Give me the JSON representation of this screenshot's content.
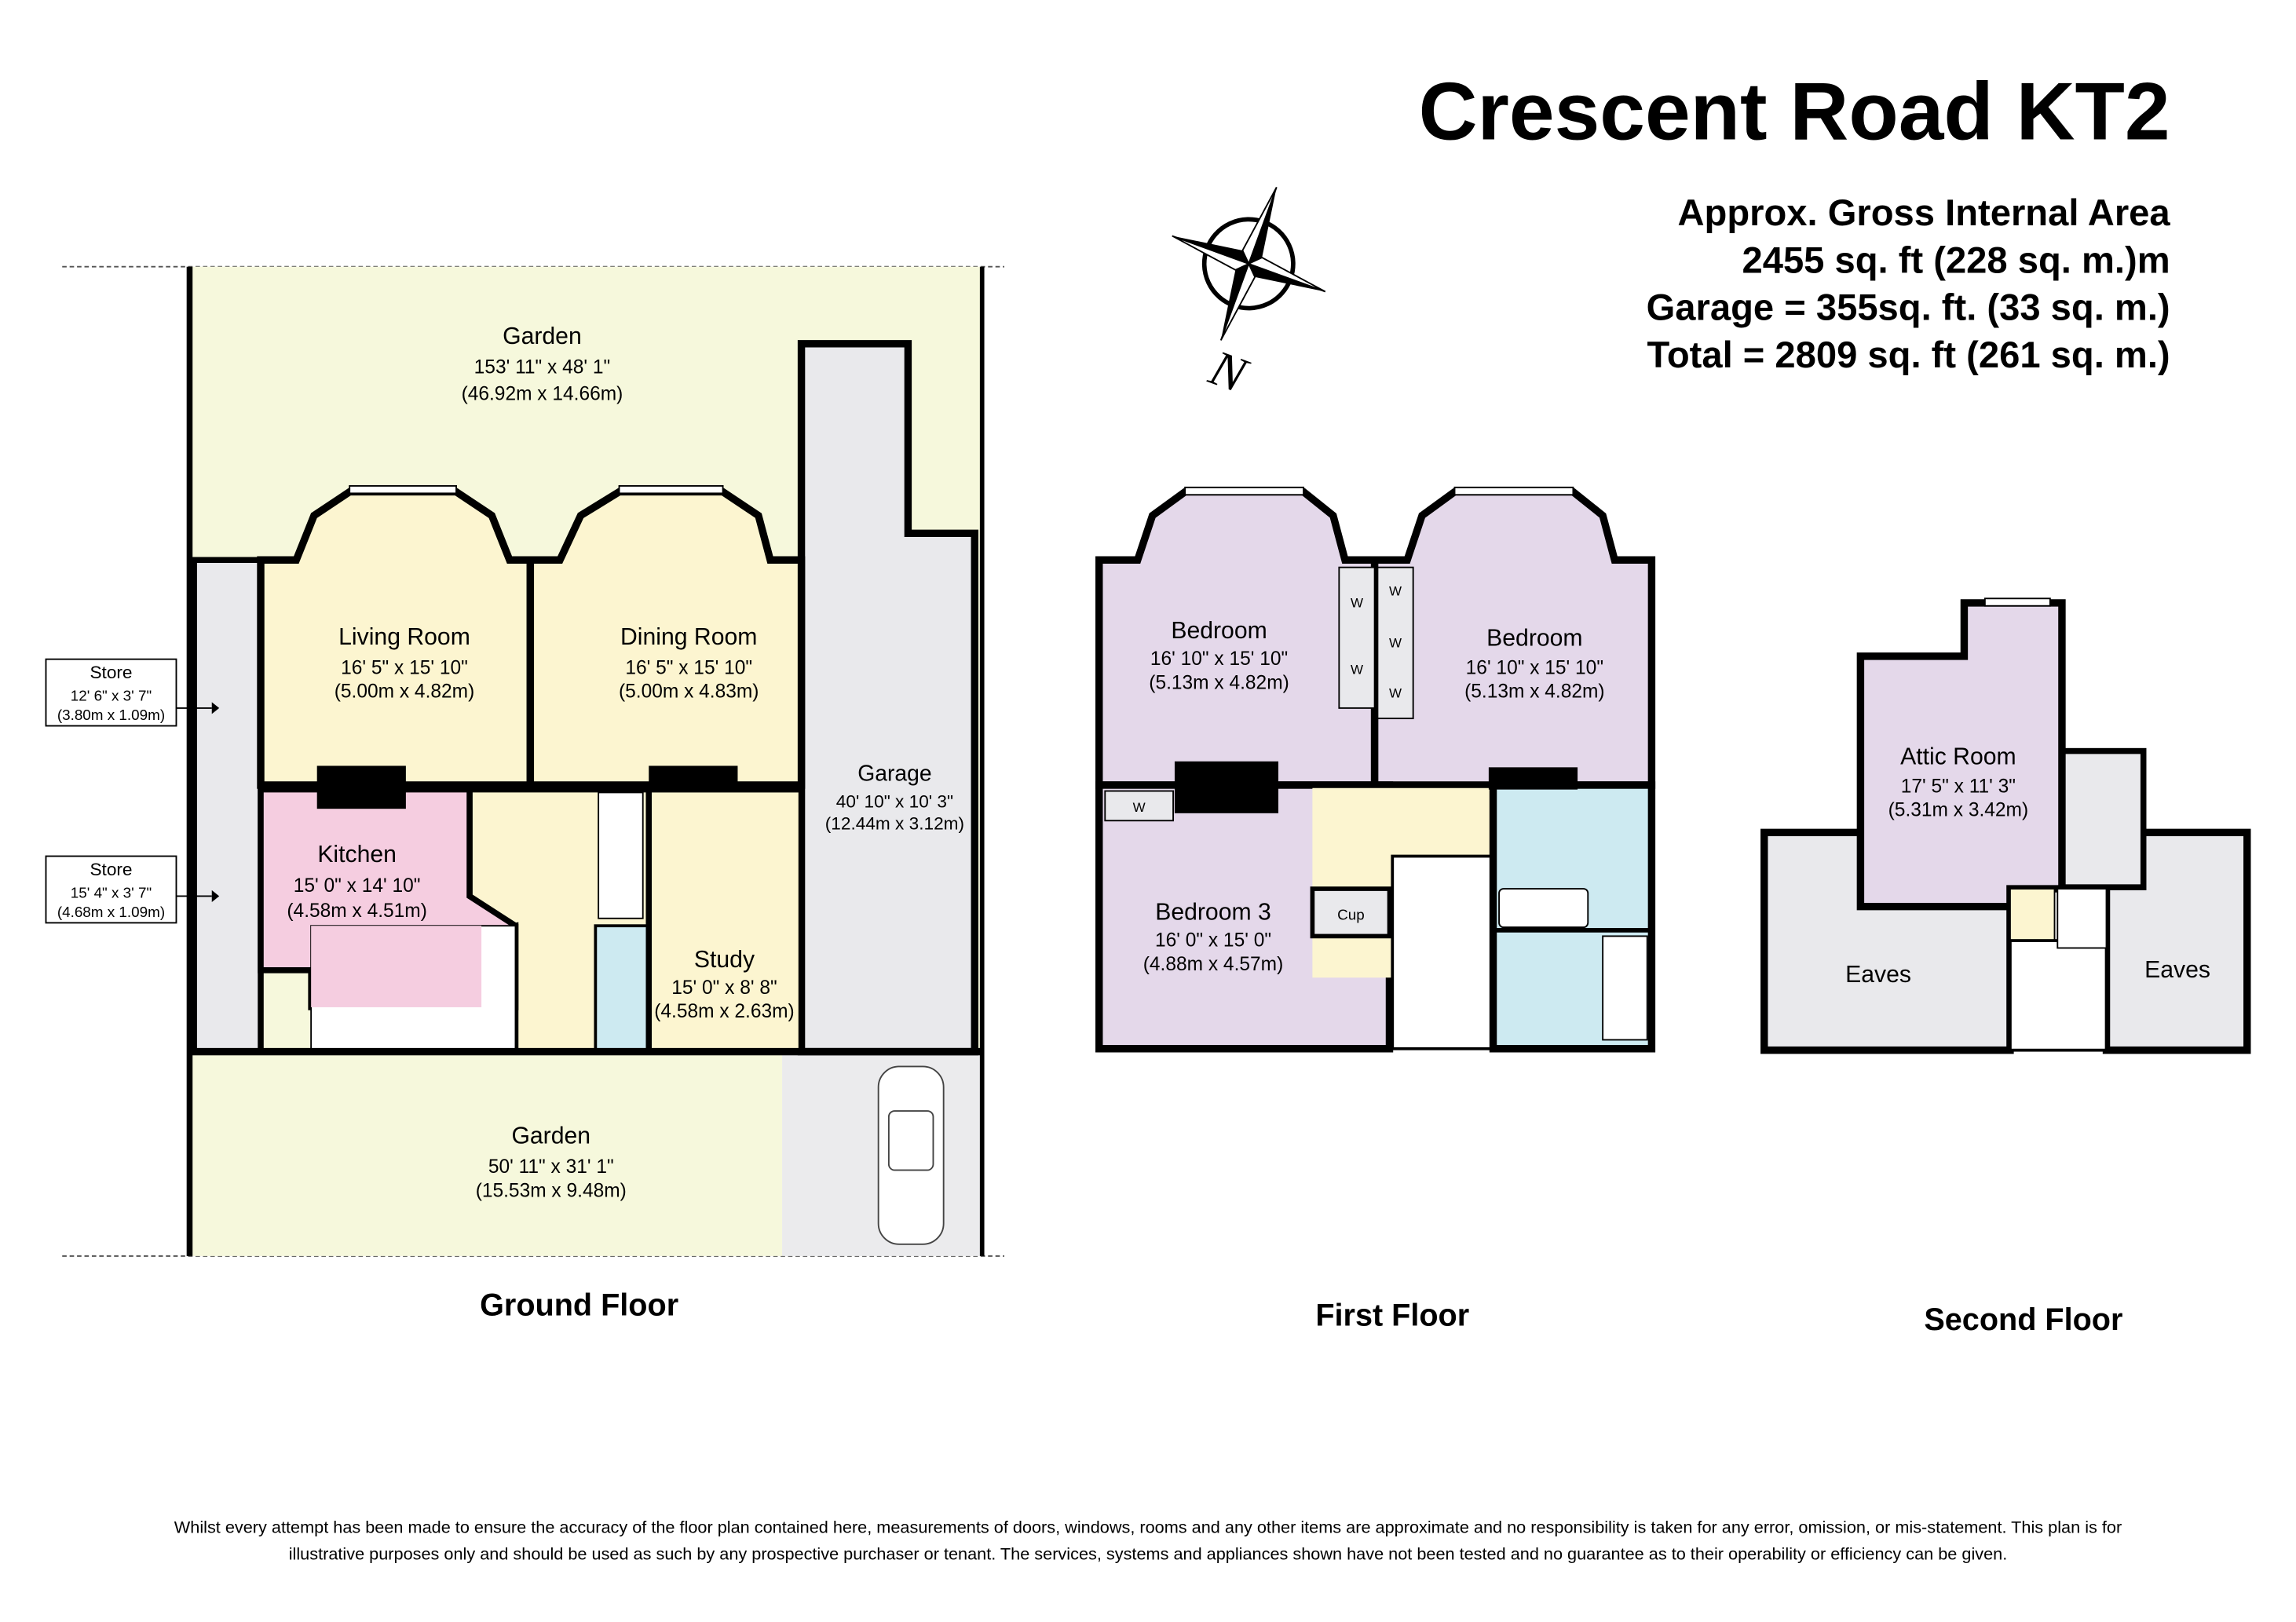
{
  "title": "Crescent Road KT2",
  "area": {
    "line1": "Approx. Gross Internal Area",
    "line2": "2455 sq. ft (228 sq. m.)m",
    "line3": "Garage = 355sq. ft. (33 sq. m.)",
    "line4": "Total = 2809 sq. ft (261 sq. m.)"
  },
  "compass": {
    "label": "N",
    "icon": "compass-rose-icon"
  },
  "colors": {
    "garden": "#f6f8dc",
    "reception": "#fcf5d0",
    "kitchen": "#f5cde0",
    "bedroom": "#e4d8ea",
    "bathroom": "#cdeaf1",
    "utility": "#e9e9ec"
  },
  "ground_floor": {
    "label": "Ground Floor",
    "garden_rear": {
      "name": "Garden",
      "imperial": "153' 11\" x 48' 1\"",
      "metric": "(46.92m x 14.66m)"
    },
    "living": {
      "name": "Living Room",
      "imperial": "16' 5\" x 15' 10\"",
      "metric": "(5.00m x 4.82m)"
    },
    "dining": {
      "name": "Dining Room",
      "imperial": "16' 5\" x 15' 10\"",
      "metric": "(5.00m x 4.83m)"
    },
    "garage": {
      "name": "Garage",
      "imperial": "40' 10\" x 10' 3\"",
      "metric": "(12.44m x 3.12m)"
    },
    "kitchen": {
      "name": "Kitchen",
      "imperial": "15' 0\" x 14' 10\"",
      "metric": "(4.58m x 4.51m)"
    },
    "study": {
      "name": "Study",
      "imperial": "15' 0\" x 8' 8\"",
      "metric": "(4.58m x 2.63m)"
    },
    "store1": {
      "name": "Store",
      "imperial": "12' 6\" x 3' 7\"",
      "metric": "(3.80m x 1.09m)"
    },
    "store2": {
      "name": "Store",
      "imperial": "15' 4\" x 3' 7\"",
      "metric": "(4.68m x 1.09m)"
    },
    "garden_front": {
      "name": "Garden",
      "imperial": "50' 11\" x 31' 1\"",
      "metric": "(15.53m x 9.48m)"
    }
  },
  "first_floor": {
    "label": "First Floor",
    "bedroom1": {
      "name": "Bedroom",
      "imperial": "16' 10\" x 15' 10\"",
      "metric": "(5.13m x 4.82m)"
    },
    "bedroom2": {
      "name": "Bedroom",
      "imperial": "16' 10\" x 15' 10\"",
      "metric": "(5.13m x 4.82m)"
    },
    "bedroom3": {
      "name": "Bedroom 3",
      "imperial": "16' 0\" x 15' 0\"",
      "metric": "(4.88m x 4.57m)"
    },
    "wardrobe": "W",
    "cupboard": "Cup"
  },
  "second_floor": {
    "label": "Second Floor",
    "attic": {
      "name": "Attic Room",
      "imperial": "17' 5\" x 11' 3\"",
      "metric": "(5.31m x 3.42m)"
    },
    "eaves_left": "Eaves",
    "eaves_right": "Eaves"
  },
  "disclaimer": {
    "line1": "Whilst every attempt has been made to ensure the accuracy of the floor plan contained here, measurements of doors, windows, rooms and any other items are approximate and no responsibility is taken for any error, omission, or mis-statement. This plan is for",
    "line2": "illustrative purposes only and should be used as such by any prospective purchaser or tenant. The services, systems and appliances shown have not been tested and no guarantee as to their operability or efficiency can be given."
  }
}
